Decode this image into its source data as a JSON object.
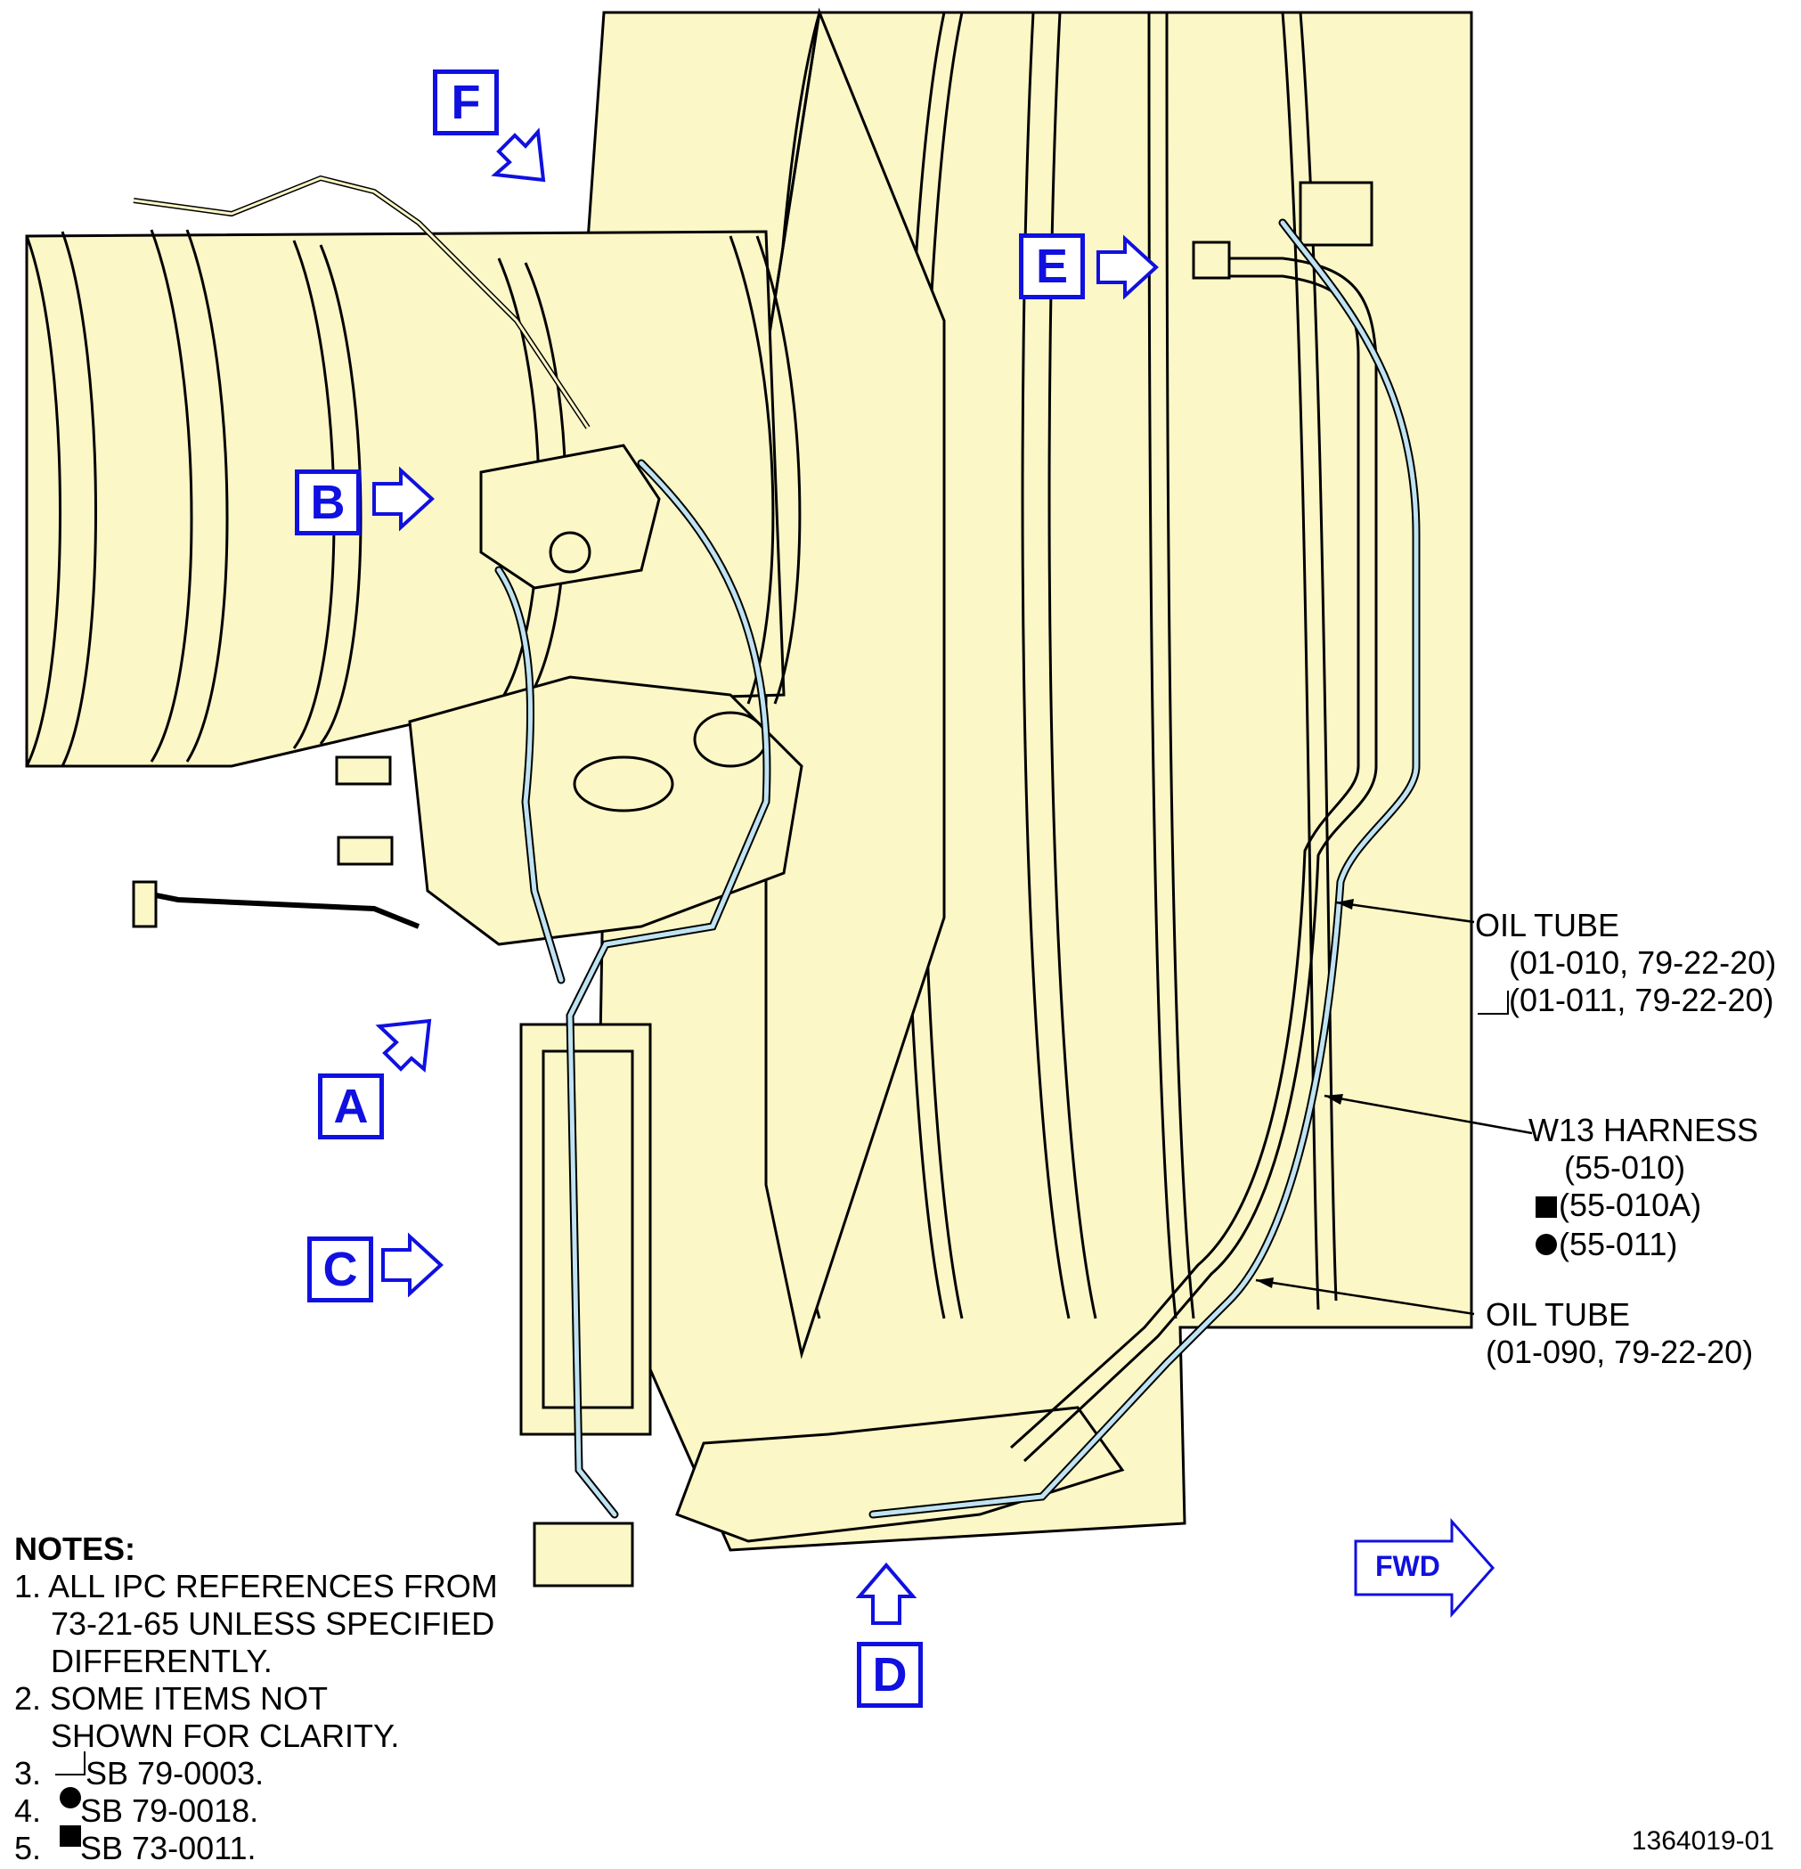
{
  "view_labels": [
    "A",
    "B",
    "C",
    "D",
    "E",
    "F"
  ],
  "callouts": {
    "oil_tube_1": {
      "title": "OIL TUBE",
      "ref1": "(01-010, 79-22-20)",
      "ref2": "(01-011, 79-22-20)"
    },
    "w13_harness": {
      "title": "W13 HARNESS",
      "ref1": "(55-010)",
      "ref2": "(55-010A)",
      "ref3": "(55-011)"
    },
    "oil_tube_2": {
      "title": "OIL TUBE",
      "ref1": "(01-090, 79-22-20)"
    }
  },
  "fwd_label": "FWD",
  "notes": {
    "title": "NOTES:",
    "n1_a": "1. ALL IPC REFERENCES FROM",
    "n1_b": "73-21-65 UNLESS SPECIFIED",
    "n1_c": "DIFFERENTLY.",
    "n2_a": "2. SOME ITEMS NOT",
    "n2_b": "SHOWN FOR CLARITY.",
    "n3": "SB 79-0003.",
    "n4": "SB 79-0018.",
    "n5": "SB 73-0011."
  },
  "figure_number": "1364019-01",
  "colors": {
    "accent_blue": "#1010e0",
    "fill": "#fbf7c6",
    "harness": "#bfe3f2"
  }
}
